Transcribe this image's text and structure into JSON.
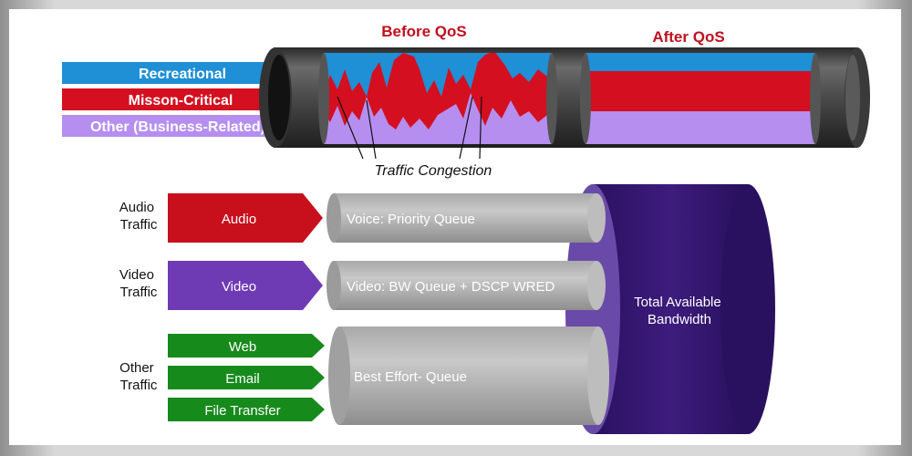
{
  "top": {
    "headings": {
      "before": "Before QoS",
      "after": "After QoS"
    },
    "streams": [
      {
        "label": "Recreational",
        "color": "#1f8fd6"
      },
      {
        "label": "Misson-Critical",
        "color": "#d40f1f"
      },
      {
        "label": "Other (Business-Related)",
        "color": "#b58ef0"
      }
    ],
    "caption": "Traffic Congestion"
  },
  "bottom": {
    "groups": [
      {
        "label_lines": [
          "Audio",
          "Traffic"
        ],
        "arrows": [
          {
            "label": "Audio",
            "color": "#c8101d"
          }
        ],
        "queue": "Voice: Priority Queue"
      },
      {
        "label_lines": [
          "Video",
          "Traffic"
        ],
        "arrows": [
          {
            "label": "Video",
            "color": "#6f3bb5"
          }
        ],
        "queue": "Video: BW Queue + DSCP WRED"
      },
      {
        "label_lines": [
          "Other",
          "Traffic"
        ],
        "arrows": [
          {
            "label": "Web",
            "color": "#178a1c"
          },
          {
            "label": "Email",
            "color": "#178a1c"
          },
          {
            "label": "File Transfer",
            "color": "#178a1c"
          }
        ],
        "queue": "Best Effort- Queue"
      }
    ],
    "total": {
      "lines": [
        "Total Available",
        "Bandwidth"
      ],
      "color": "#3b1a78"
    }
  }
}
